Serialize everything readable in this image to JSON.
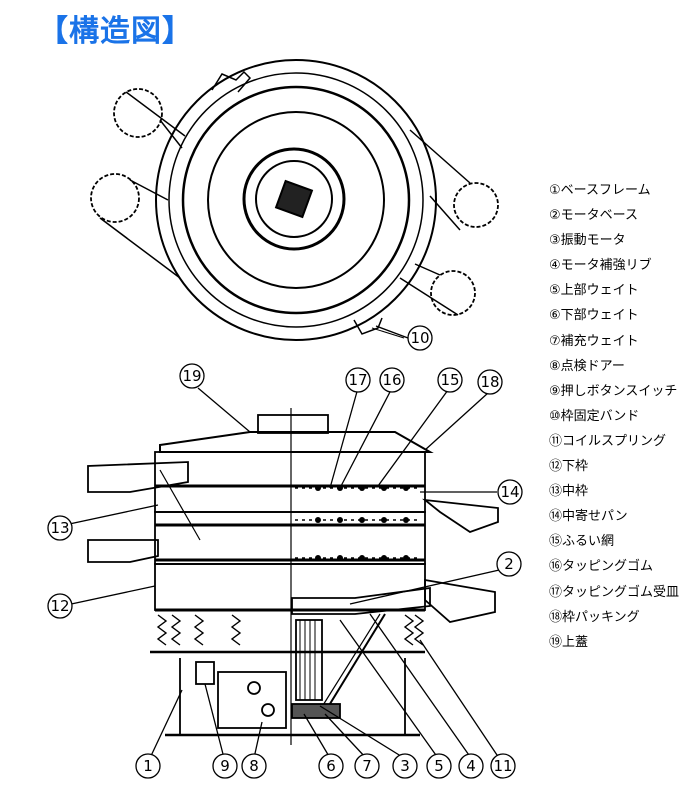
{
  "title": "【構造図】",
  "legend": [
    "①ベースフレーム",
    "②モータベース",
    "③振動モータ",
    "④モータ補強リブ",
    "⑤上部ウェイト",
    "⑥下部ウェイト",
    "⑦補充ウェイト",
    "⑧点検ドアー",
    "⑨押しボタンスイッチ",
    "⑩枠固定バンド",
    "⑪コイルスプリング",
    "⑫下枠",
    "⑬中枠",
    "⑭中寄せパン",
    "⑮ふるい網",
    "⑯タッピングゴム",
    "⑰タッピングゴム受皿",
    "⑱枠パッキング",
    "⑲上蓋"
  ],
  "callouts": {
    "c1": "1",
    "c2": "2",
    "c3": "3",
    "c4": "4",
    "c5": "5",
    "c6": "6",
    "c7": "7",
    "c8": "8",
    "c9": "9",
    "c10": "10",
    "c11": "11",
    "c12": "12",
    "c13": "13",
    "c14": "14",
    "c15": "15",
    "c16": "16",
    "c17": "17",
    "c18": "18",
    "c19": "19"
  }
}
